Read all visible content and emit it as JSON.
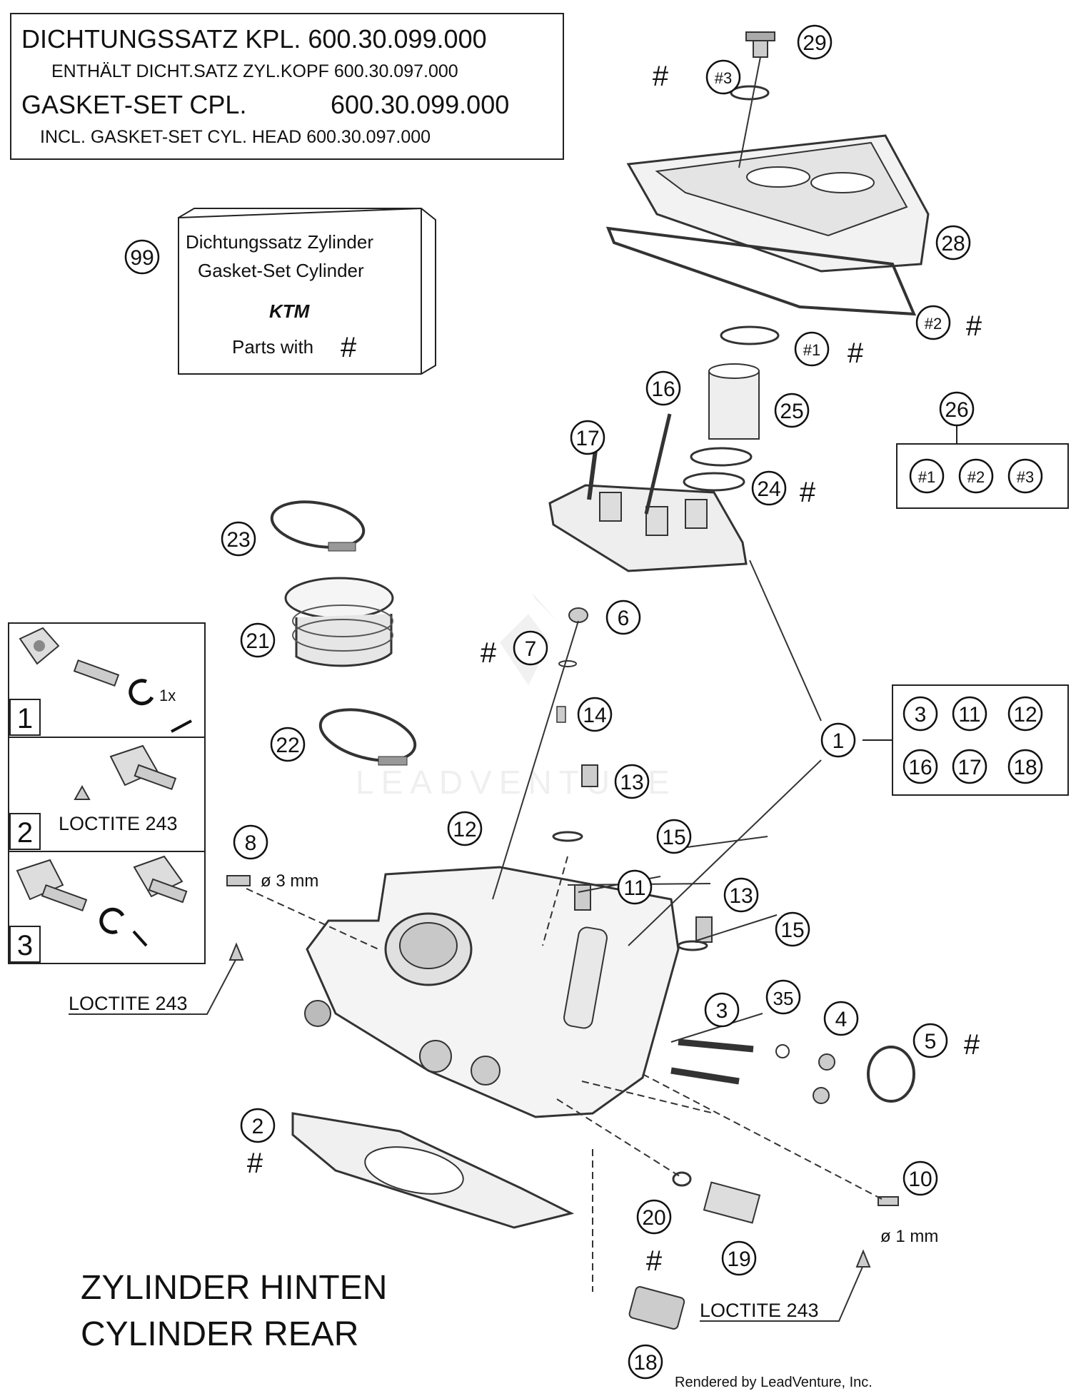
{
  "header": {
    "de_line": "DICHTUNGSSATZ KPL. 600.30.099.000",
    "de_sub": "ENTHÄLT DICHT.SATZ ZYL.KOPF 600.30.097.000",
    "en_line_label": "GASKET-SET CPL.",
    "en_line_number": "600.30.099.000",
    "en_sub": "INCL. GASKET-SET CYL. HEAD 600.30.097.000"
  },
  "kit_box": {
    "callout": "99",
    "line1": "Dichtungssatz Zylinder",
    "line2": "Gasket-Set Cylinder",
    "brand": "KTM",
    "line3": "Parts with",
    "mark": "#"
  },
  "group_26": {
    "callout": "26",
    "items": [
      "#1",
      "#2",
      "#3"
    ]
  },
  "group_1": {
    "callout": "1",
    "items": [
      "3",
      "11",
      "12",
      "16",
      "17",
      "18"
    ]
  },
  "steps": [
    {
      "number": "1",
      "note": "1x",
      "text": ""
    },
    {
      "number": "2",
      "note": "",
      "text": "LOCTITE 243"
    },
    {
      "number": "3",
      "note": "",
      "text": ""
    }
  ],
  "callouts": {
    "c29": "29",
    "c3h": "#3",
    "c28": "28",
    "c2h": "#2",
    "c1h": "#1",
    "c16": "16",
    "c17": "17",
    "c25": "25",
    "c24": "24",
    "c23": "23",
    "c21": "21",
    "c22": "22",
    "c6": "6",
    "c7": "7",
    "c14": "14",
    "c13a": "13",
    "c12": "12",
    "c15a": "15",
    "c11": "11",
    "c8": "8",
    "c13b": "13",
    "c15b": "15",
    "c3": "3",
    "c35": "35",
    "c4": "4",
    "c5": "5",
    "c2": "2",
    "c10": "10",
    "c20": "20",
    "c19": "19",
    "c18": "18"
  },
  "marks": {
    "hash": "#"
  },
  "annotations": {
    "dia8": "ø 3 mm",
    "dia10": "ø 1 mm",
    "loctite_left": "LOCTITE 243",
    "loctite_bottom": "LOCTITE 243"
  },
  "title": {
    "de": "ZYLINDER HINTEN",
    "en": "CYLINDER REAR"
  },
  "credit": "Rendered by LeadVenture, Inc.",
  "watermark": "LEADVENTURE"
}
